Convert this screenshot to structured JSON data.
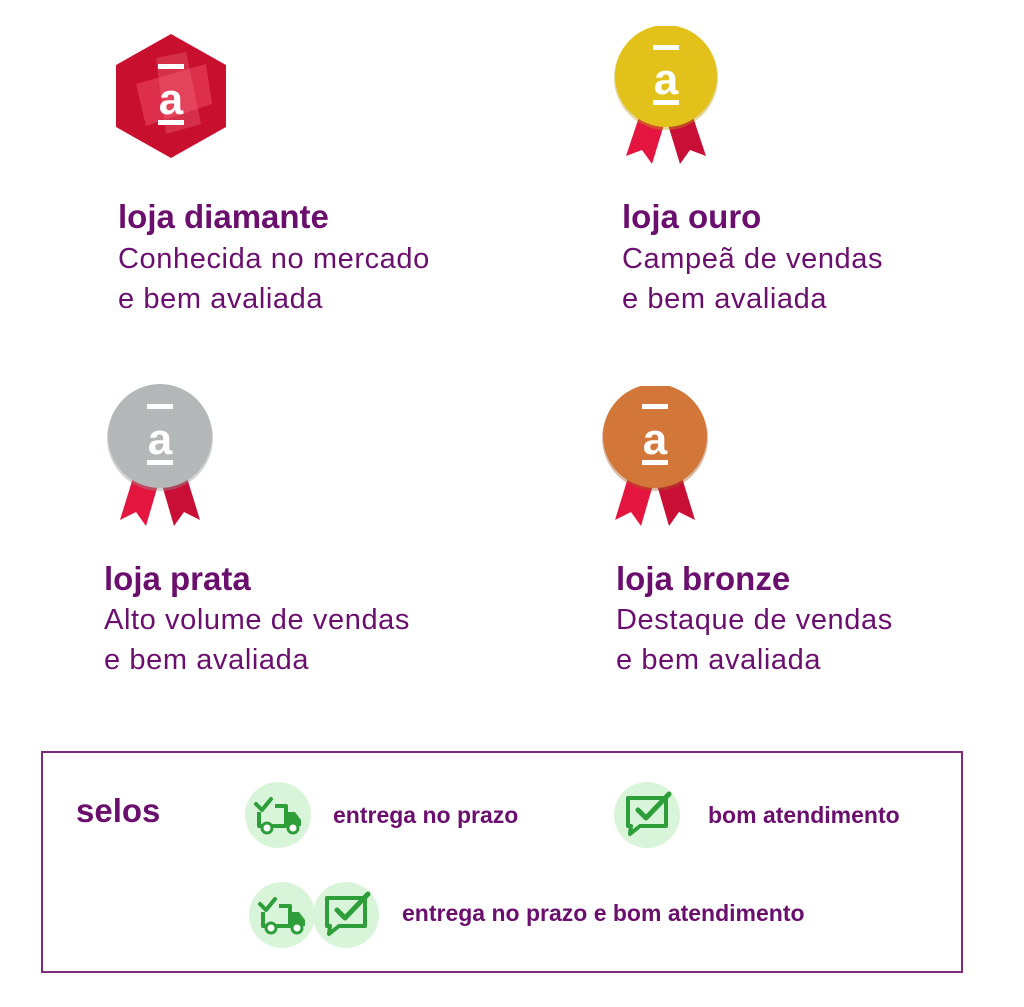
{
  "tiers": [
    {
      "id": "diamante",
      "title": "loja diamante",
      "line1": "Conhecida no mercado",
      "line2": "e bem avaliada",
      "color": "#c8102e"
    },
    {
      "id": "ouro",
      "title": "loja ouro",
      "line1": "Campeã de vendas",
      "line2": "e bem avaliada",
      "color": "#e2c21a"
    },
    {
      "id": "prata",
      "title": "loja prata",
      "line1": "Alto volume de vendas",
      "line2": "e bem avaliada",
      "color": "#b4b8b8"
    },
    {
      "id": "bronze",
      "title": "loja bronze",
      "line1": "Destaque de vendas",
      "line2": "e bem avaliada",
      "color": "#d2763a"
    }
  ],
  "badge_letter": "a",
  "seals": {
    "title": "selos",
    "items": [
      {
        "label": "entrega no prazo",
        "icons": [
          "truck-icon"
        ]
      },
      {
        "label": "bom atendimento",
        "icons": [
          "chat-check-icon"
        ]
      },
      {
        "label": "entrega no prazo e bom atendimento",
        "icons": [
          "truck-icon",
          "chat-check-icon"
        ]
      }
    ],
    "icon_bg": "#d9f5d9",
    "icon_color": "#2e9e3a"
  },
  "ribbon_color": "#e4163f"
}
